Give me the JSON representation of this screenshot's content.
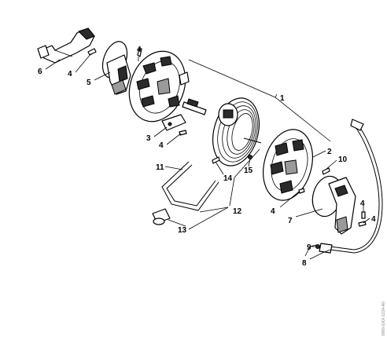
{
  "callouts": {
    "c1": "1",
    "c2": "2",
    "c3": "3",
    "c4a": "4",
    "c4b": "4",
    "c4c": "4",
    "c4d": "4",
    "c4e": "4",
    "c4f": "4",
    "c5": "5",
    "c6": "6",
    "c7": "7",
    "c8": "8",
    "c9": "9",
    "c10": "10",
    "c11": "11",
    "c12": "12",
    "c13": "13",
    "c14": "14",
    "c15": "15"
  },
  "side_code": "0000-GXX-1234-A0"
}
